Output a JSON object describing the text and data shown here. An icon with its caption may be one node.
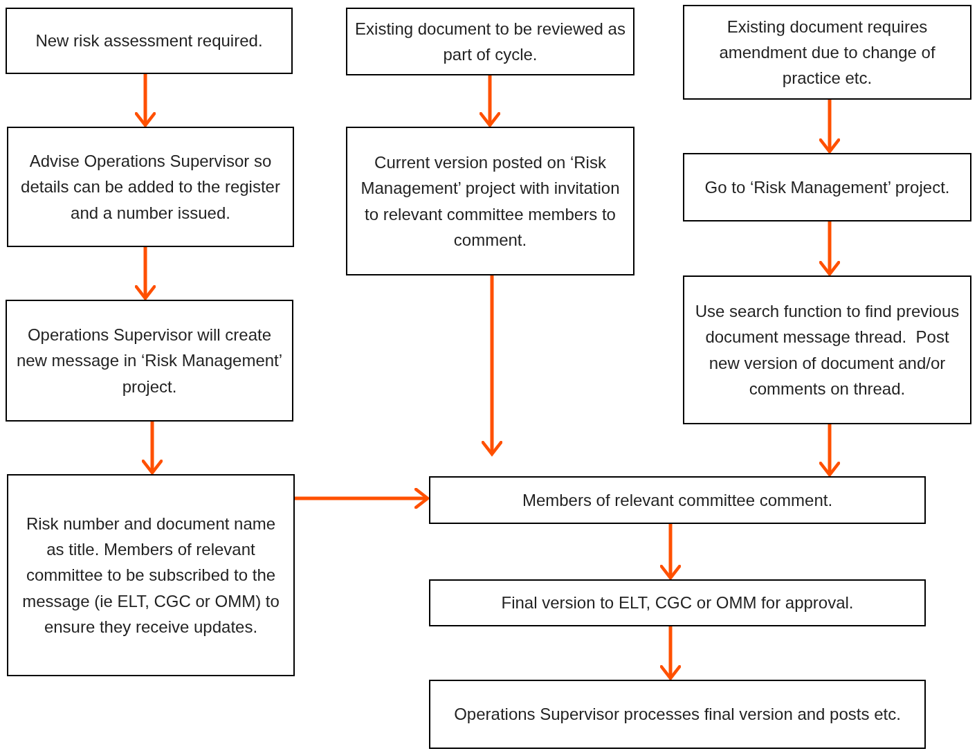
{
  "diagram": {
    "nodes": [
      {
        "text": [
          "New risk assessment required."
        ]
      },
      {
        "text": [
          "Existing document to be reviewed as part of cycle."
        ]
      },
      {
        "text": [
          "Existing document requires amendment due to change of practice etc."
        ]
      },
      {
        "text": [
          "Advise Operations Supervisor so details can be added to the register and a number issued."
        ]
      },
      {
        "text": [
          "Current version posted on ‘Risk Management’ project with invitation to relevant committee members to comment."
        ]
      },
      {
        "text": [
          "Go to ‘Risk Management’ project."
        ]
      },
      {
        "text": [
          "Operations Supervisor will create new message in ‘Risk Management’ project."
        ]
      },
      {
        "text": [
          "Use search function to find previous document message thread.  Post new version of document and/or comments on thread."
        ]
      },
      {
        "text": [
          "Risk number and document name as title. Members of relevant committee to be subscribed to the message (ie ELT, CGC or OMM) to ensure they receive updates."
        ]
      },
      {
        "text": [
          "Members of relevant committee comment."
        ]
      },
      {
        "text": [
          "Final version to ELT, CGC or OMM for approval."
        ]
      },
      {
        "text": [
          "Operations Supervisor processes final version and posts etc."
        ]
      }
    ],
    "edges": [
      {
        "from": 0,
        "to": 3,
        "arrow": "to"
      },
      {
        "from": 3,
        "to": 6,
        "arrow": "to"
      },
      {
        "from": 6,
        "to": 8,
        "arrow": "to"
      },
      {
        "from": 8,
        "to": 9,
        "arrow": "to"
      },
      {
        "from": 1,
        "to": 4,
        "arrow": "to"
      },
      {
        "from": 4,
        "to": 9,
        "arrow": "to"
      },
      {
        "from": 2,
        "to": 5,
        "arrow": "to"
      },
      {
        "from": 5,
        "to": 7,
        "arrow": "to"
      },
      {
        "from": 7,
        "to": 9,
        "arrow": "to"
      },
      {
        "from": 9,
        "to": 10,
        "arrow": "to"
      },
      {
        "from": 10,
        "to": 11,
        "arrow": "to"
      }
    ]
  }
}
